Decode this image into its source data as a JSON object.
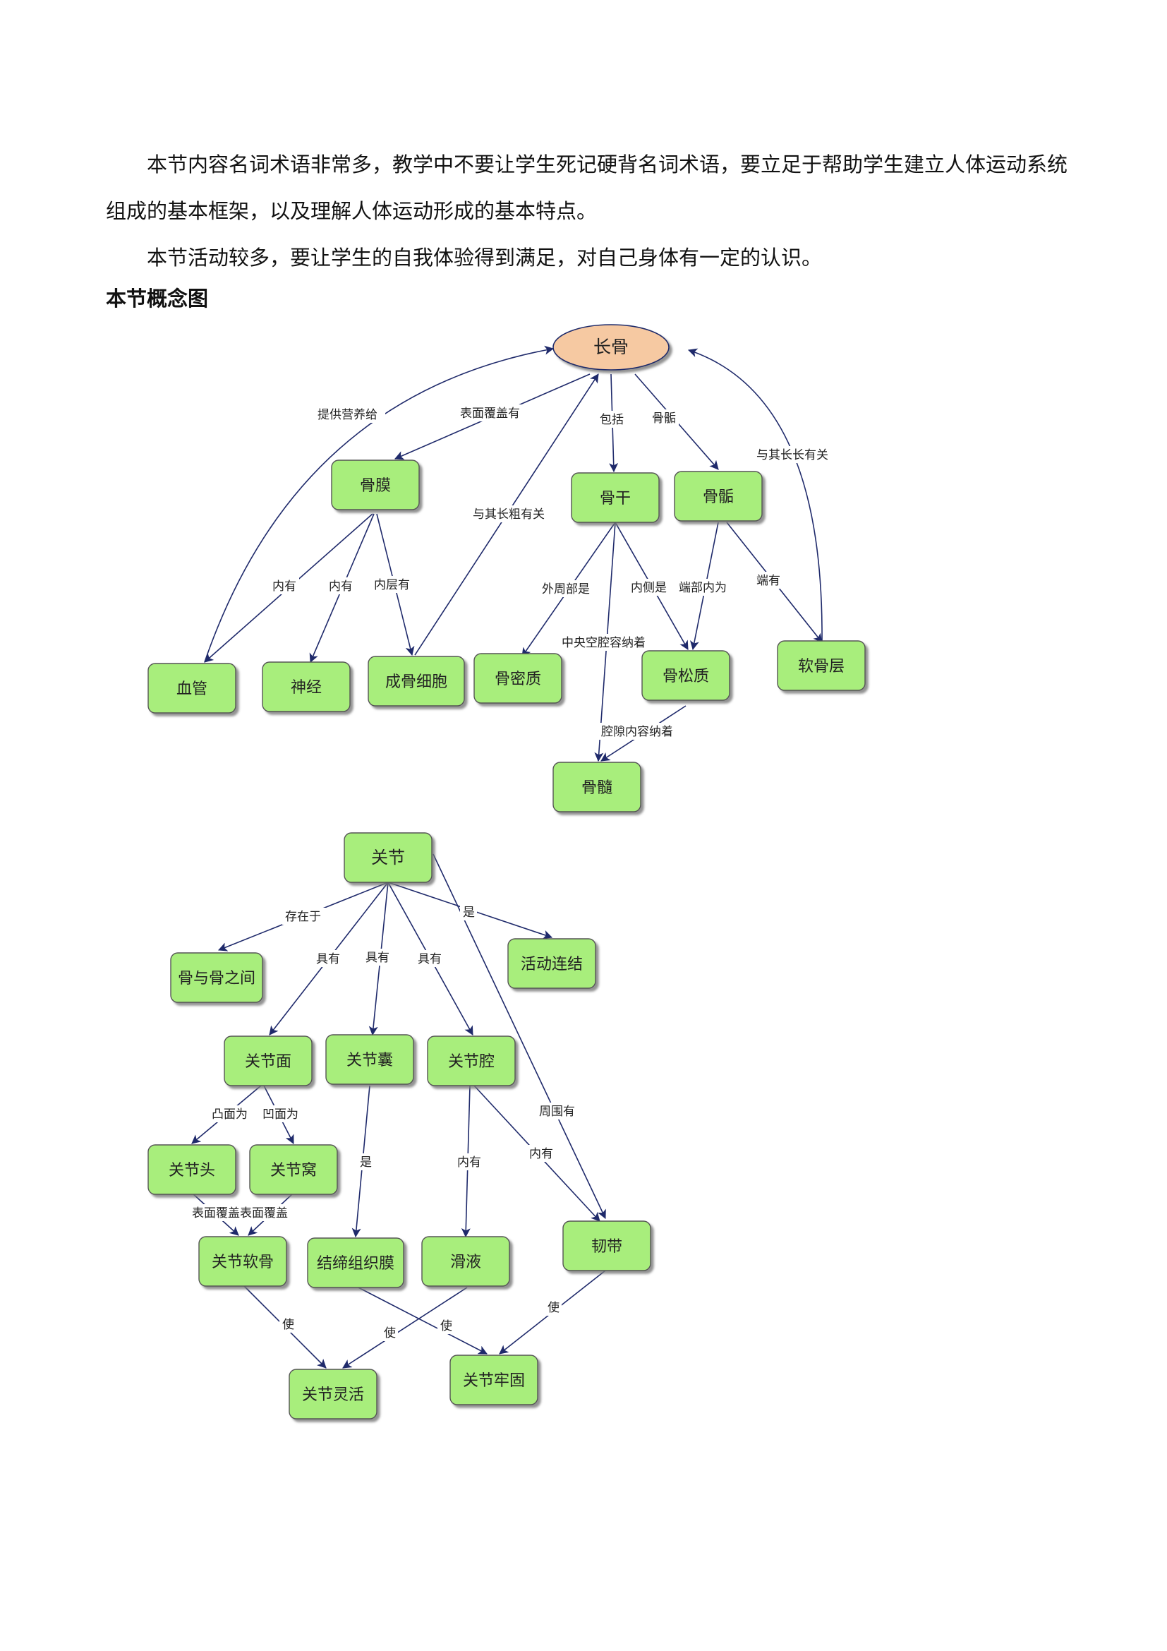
{
  "paragraphs": [
    "本节内容名词术语非常多，教学中不要让学生死记硬背名词术语，要立足于帮助学生建立人体运动系统组成的基本框架，以及理解人体运动形成的基本特点。",
    "本节活动较多，要让学生的自我体验得到满足，对自己身体有一定的认识。"
  ],
  "heading": "本节概念图",
  "map1": {
    "root": "长骨",
    "nodes": {
      "gumo": "骨膜",
      "gugan": "骨干",
      "guduan": "骨骺",
      "xueguan": "血管",
      "shenjing": "神经",
      "chenggu": "成骨细胞",
      "gumizhi": "骨密质",
      "gusongzhi": "骨松质",
      "ruangu": "软骨层",
      "gusui": "骨髓"
    },
    "edges": {
      "tigong": "提供营养给",
      "biaomian": "表面覆盖有",
      "baokuo": "包括",
      "guduan": "骨骺",
      "changyou": "与其长长有关",
      "cuyou": "与其长粗有关",
      "neiyou1": "内有",
      "neiyou2": "内有",
      "neicengyou": "内层有",
      "waizhou": "外周部是",
      "neice": "内侧是",
      "duanbu": "端部内为",
      "duanyou": "端有",
      "zhongyang": "中央空腔容纳着",
      "qiangxi": "腔隙内容纳着"
    }
  },
  "map2": {
    "root": "关节",
    "nodes": {
      "gugu": "骨与骨之间",
      "huodong": "活动连结",
      "mian": "关节面",
      "nang": "关节囊",
      "qiang": "关节腔",
      "tou": "关节头",
      "wo": "关节窝",
      "ruangu": "关节软骨",
      "jiedi": "结缔组织膜",
      "huaye": "滑液",
      "rendai": "韧带",
      "linghuo": "关节灵活",
      "laogu": "关节牢固"
    },
    "edges": {
      "cunzai": "存在于",
      "shi1": "是",
      "juyou1": "具有",
      "juyou2": "具有",
      "juyou3": "具有",
      "zhouwei": "周围有",
      "tumian": "凸面为",
      "aomian": "凹面为",
      "biaomian": "表面覆盖表面覆盖",
      "shi2": "是",
      "neiyou1": "内有",
      "neiyou2": "内有",
      "shi_a": "使",
      "shi_b": "使",
      "shi_c": "使",
      "shi_d": "使"
    }
  }
}
